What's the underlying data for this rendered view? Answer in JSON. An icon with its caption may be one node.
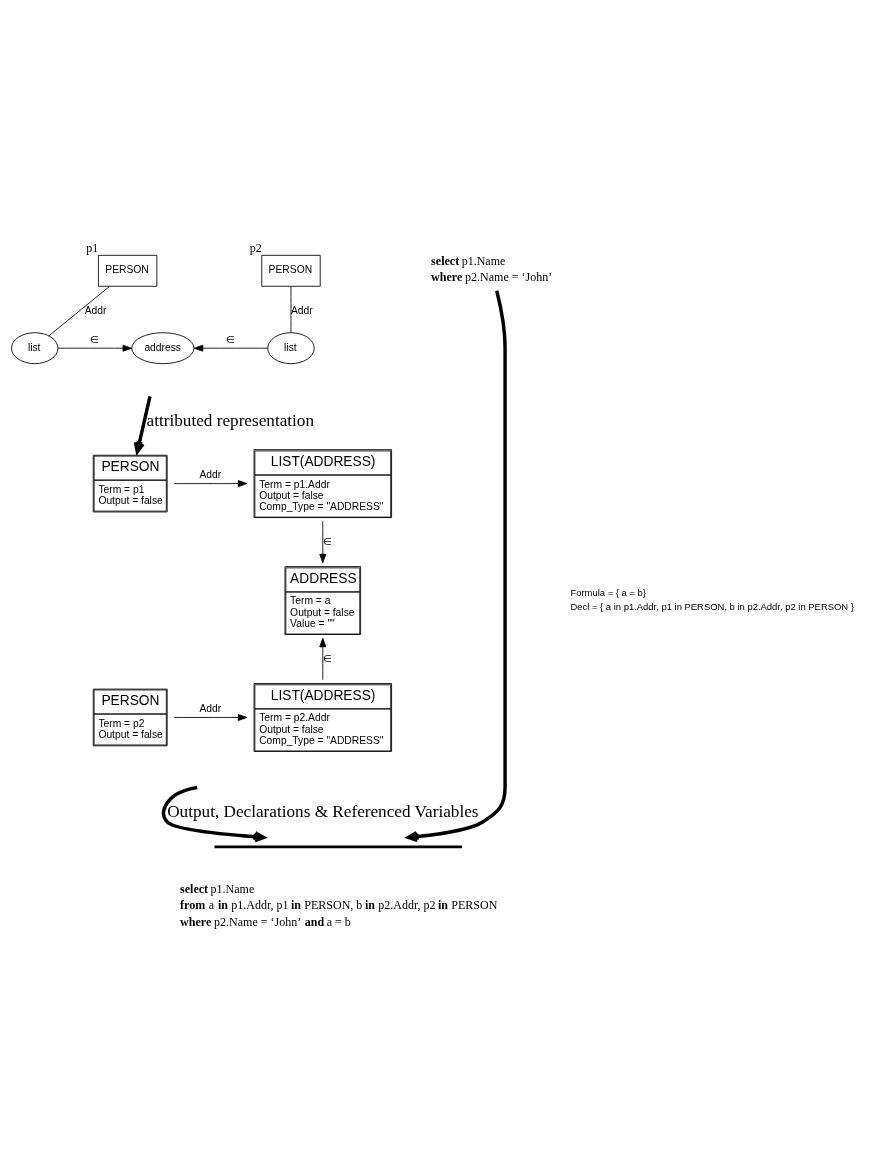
{
  "diagram": {
    "nodes": [
      {
        "text": [
          "PERSON"
        ],
        "beside": [
          "p1"
        ]
      },
      {
        "text": [
          "PERSON"
        ],
        "beside": [
          "p2"
        ]
      },
      {
        "text": [
          "list"
        ]
      },
      {
        "text": [
          "address"
        ]
      },
      {
        "text": [
          "list"
        ]
      },
      {
        "text": [
          "**select** p1.Name",
          "**where** p2.Name = ‘John’"
        ]
      },
      {
        "text": [
          "PERSON",
          "Term = p1",
          "Output = false"
        ]
      },
      {
        "text": [
          "LIST(ADDRESS)",
          "Term = p1.Addr",
          "Output = false",
          "Comp_Type = \"ADDRESS\""
        ]
      },
      {
        "text": [
          "ADDRESS",
          "Term = a",
          "Output = false",
          "Value = \"\""
        ]
      },
      {
        "text": [
          "PERSON",
          "Term = p2",
          "Output = false"
        ]
      },
      {
        "text": [
          "LIST(ADDRESS)",
          "Term = p2.Addr",
          "Output = false",
          "Comp_Type = \"ADDRESS\""
        ]
      },
      {
        "text": [],
        "shape": "brace"
      },
      {
        "text": [
          "**select** p1.Name",
          "**from** a **in** p1.Addr, p1 **in** PERSON, b **in** p2.Addr, p2 **in** PERSON",
          "**where** p2.Name = ‘John’ **and** a = b"
        ]
      }
    ],
    "edges": [
      {
        "from": 0,
        "to": 2,
        "arrow": "none",
        "label": "Addr"
      },
      {
        "from": 1,
        "to": 4,
        "arrow": "none",
        "label": "Addr"
      },
      {
        "from": 2,
        "to": 3,
        "arrow": "to",
        "label": "∈"
      },
      {
        "from": 4,
        "to": 3,
        "arrow": "to",
        "label": "∈"
      },
      {
        "from": null,
        "to": 6,
        "arrow": "to",
        "label": "attributed representation",
        "style": "thick"
      },
      {
        "from": 6,
        "to": 7,
        "arrow": "to",
        "label": "Addr"
      },
      {
        "from": 7,
        "to": 8,
        "arrow": "to",
        "label": "∈"
      },
      {
        "from": 9,
        "to": 10,
        "arrow": "to",
        "label": "Addr"
      },
      {
        "from": 10,
        "to": 8,
        "arrow": "to",
        "label": "∈"
      },
      {
        "from": null,
        "to": 11,
        "arrow": "to",
        "label": "Output, Declarations & Referenced Variables",
        "style": "thick"
      },
      {
        "from": 5,
        "to": 11,
        "arrow": "to",
        "style": "thick"
      }
    ],
    "labels": [
      "Formula = { a = b}",
      "Decl = { a in p1.Addr, p1 in PERSON, b in p2.Addr, p2 in PERSON }"
    ]
  }
}
